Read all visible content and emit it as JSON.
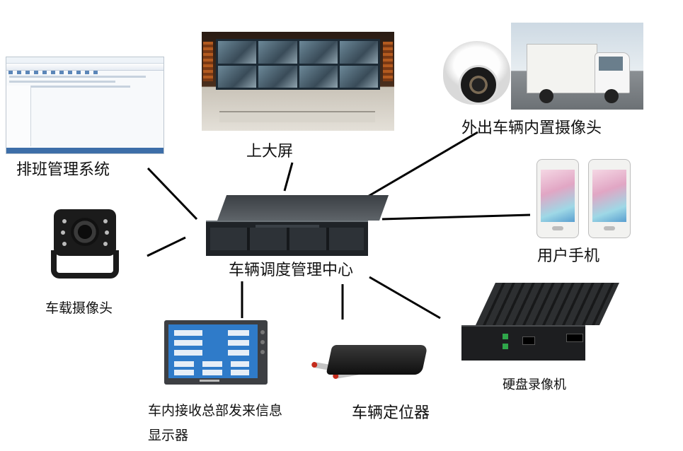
{
  "diagram": {
    "center": {
      "label": "车辆调度管理中心"
    },
    "nodes": [
      {
        "id": "scheduling-system",
        "label": "排班管理系统"
      },
      {
        "id": "big-screen",
        "label": "上大屏"
      },
      {
        "id": "outbound-vehicle-camera",
        "label": "外出车辆内置摄像头"
      },
      {
        "id": "user-phone",
        "label": "用户手机"
      },
      {
        "id": "vehicle-camera",
        "label": "车载摄像头"
      },
      {
        "id": "in-vehicle-display",
        "label_line1": "车内接收总部发来信息",
        "label_line2": "显示器"
      },
      {
        "id": "vehicle-locator",
        "label": "车辆定位器"
      },
      {
        "id": "hdd-recorder",
        "label": "硬盘录像机"
      }
    ],
    "connections": [
      {
        "from": "scheduling-system",
        "to": "center"
      },
      {
        "from": "big-screen",
        "to": "center"
      },
      {
        "from": "outbound-vehicle-camera",
        "to": "center"
      },
      {
        "from": "user-phone",
        "to": "center"
      },
      {
        "from": "vehicle-camera",
        "to": "center"
      },
      {
        "from": "in-vehicle-display",
        "to": "center"
      },
      {
        "from": "vehicle-locator",
        "to": "center"
      },
      {
        "from": "hdd-recorder",
        "to": "center"
      }
    ]
  }
}
